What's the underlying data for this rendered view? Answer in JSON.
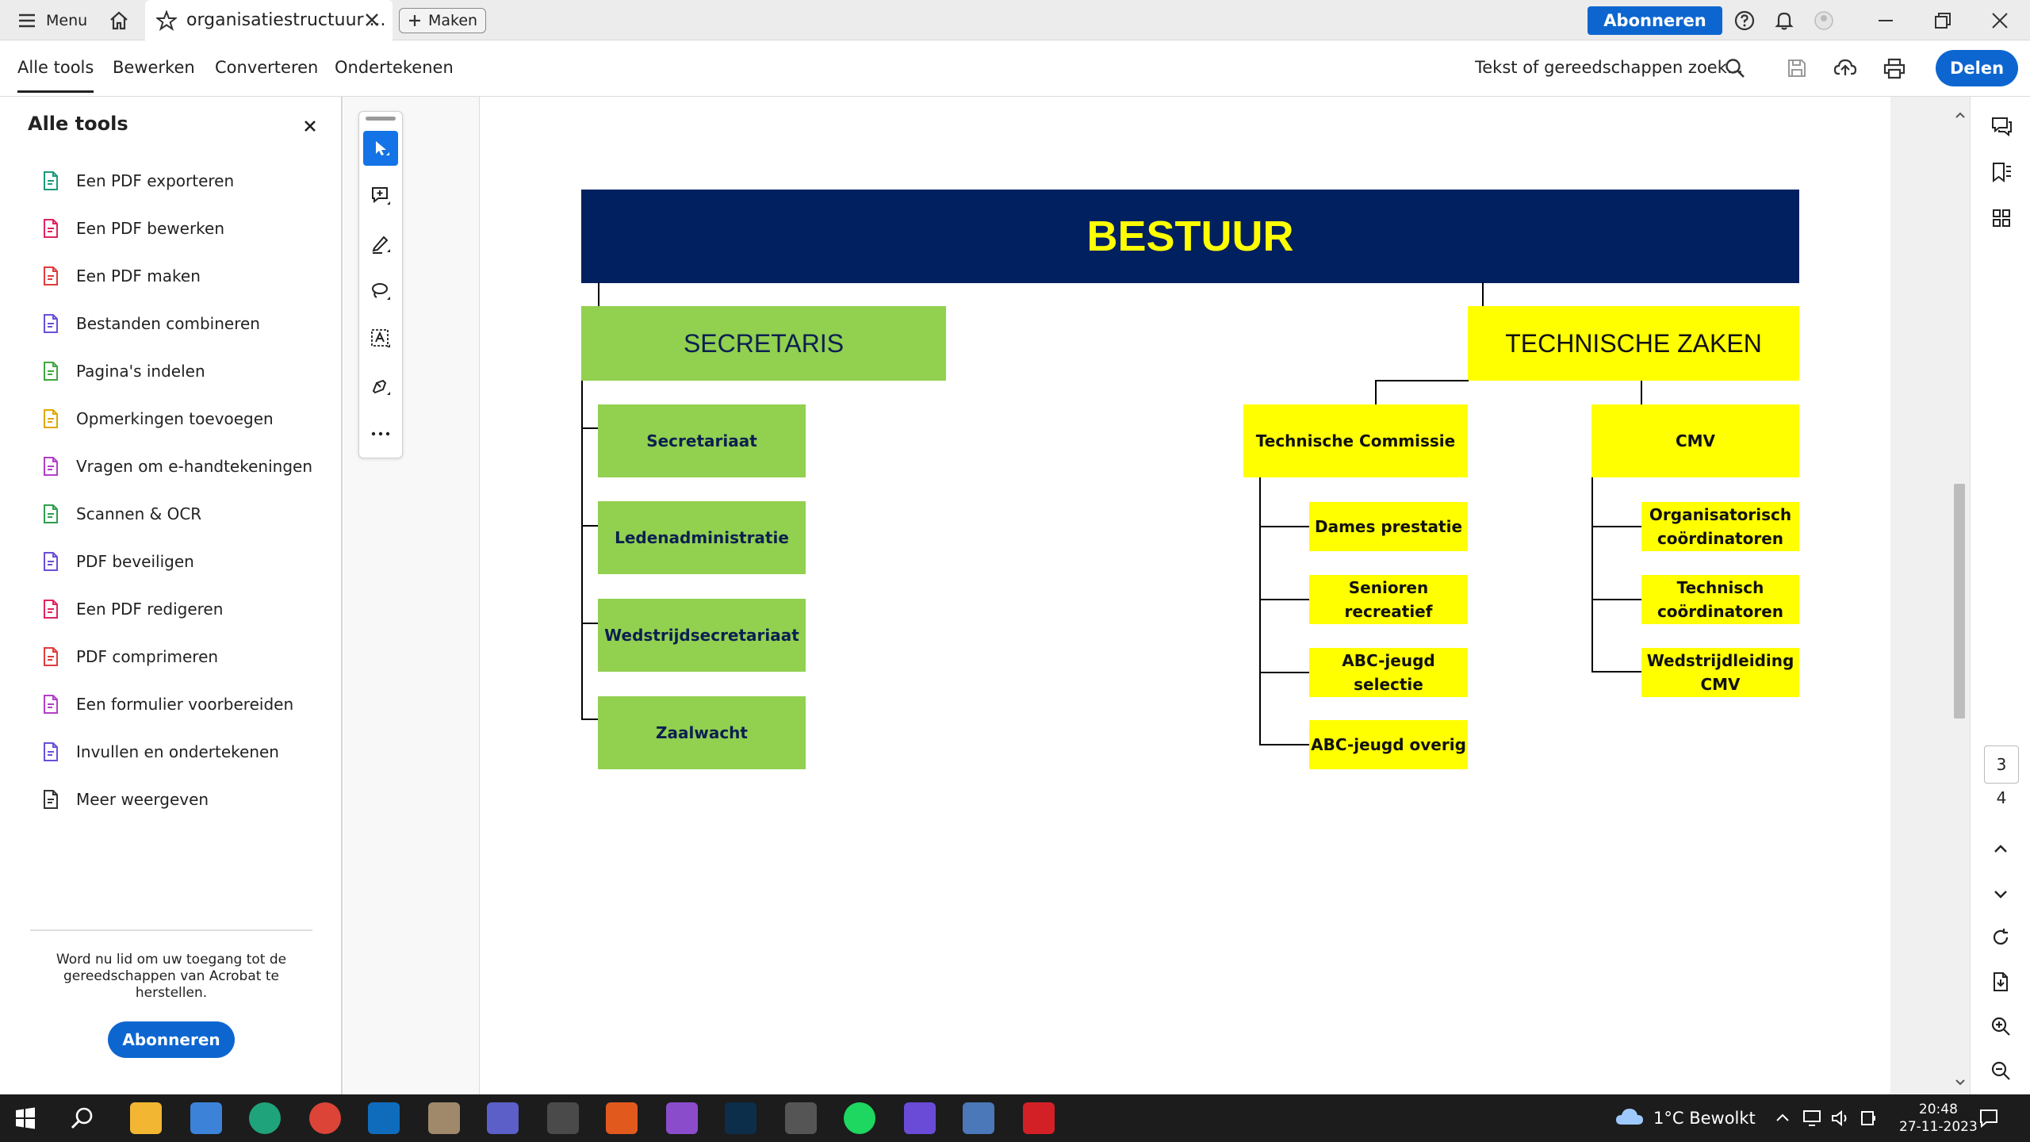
{
  "titlebar": {
    "menu_label": "Menu",
    "tab_title": "organisatiestructuur ...",
    "new_label": "Maken",
    "subscribe_label": "Abonneren"
  },
  "menubar": {
    "tabs": [
      "Alle tools",
      "Bewerken",
      "Converteren",
      "Ondertekenen"
    ],
    "search_placeholder": "Tekst of gereedschappen zoek...",
    "share_label": "Delen"
  },
  "sidebar": {
    "title": "Alle tools",
    "items": [
      {
        "label": "Een PDF exporteren",
        "icon": "export-pdf-icon",
        "color": "#1a9a7a"
      },
      {
        "label": "Een PDF bewerken",
        "icon": "edit-pdf-icon",
        "color": "#e0245e"
      },
      {
        "label": "Een PDF maken",
        "icon": "create-pdf-icon",
        "color": "#e03b3b"
      },
      {
        "label": "Bestanden combineren",
        "icon": "combine-files-icon",
        "color": "#6b4ed8"
      },
      {
        "label": "Pagina's indelen",
        "icon": "organize-pages-icon",
        "color": "#3fa83f"
      },
      {
        "label": "Opmerkingen toevoegen",
        "icon": "comment-icon",
        "color": "#e0a800"
      },
      {
        "label": "Vragen om e-handtekeningen",
        "icon": "request-signature-icon",
        "color": "#b23fc9"
      },
      {
        "label": "Scannen & OCR",
        "icon": "scan-ocr-icon",
        "color": "#2e9e4f"
      },
      {
        "label": "PDF beveiligen",
        "icon": "protect-pdf-icon",
        "color": "#6b4ed8"
      },
      {
        "label": "Een PDF redigeren",
        "icon": "redact-pdf-icon",
        "color": "#e0245e"
      },
      {
        "label": "PDF comprimeren",
        "icon": "compress-pdf-icon",
        "color": "#e03b3b"
      },
      {
        "label": "Een formulier voorbereiden",
        "icon": "prepare-form-icon",
        "color": "#b23fc9"
      },
      {
        "label": "Invullen en ondertekenen",
        "icon": "fill-sign-icon",
        "color": "#6b4ed8"
      },
      {
        "label": "Meer weergeven",
        "icon": "more-tools-icon",
        "color": "#333333"
      }
    ],
    "promo_text": "Word nu lid om uw toegang tot de gereedschappen van Acrobat te herstellen.",
    "promo_button": "Abonneren"
  },
  "chart": {
    "top": "BESTUUR",
    "secretaris": "SECRETARIS",
    "technische_zaken": "TECHNISCHE ZAKEN",
    "secretaris_units": [
      "Secretariaat",
      "Ledenadministratie",
      "Wedstrijdsecretariaat",
      "Zaalwacht"
    ],
    "tc": "Technische Commissie",
    "cmv": "CMV",
    "tc_units": [
      "Dames prestatie",
      "Senioren recreatief",
      "ABC-jeugd selectie",
      "ABC-jeugd overig"
    ],
    "cmv_units": [
      "Organisatorisch coördinatoren",
      "Technisch coördinatoren",
      "Wedstrijdleiding CMV"
    ]
  },
  "pagenav": {
    "current": "3",
    "total": "4"
  },
  "taskbar": {
    "weather": "1°C  Bewolkt",
    "time": "20:48",
    "date": "27-11-2023"
  },
  "colors": {
    "accent": "#0d66d0",
    "bestuur_bg": "#002060",
    "bestuur_text": "#ffff00",
    "green": "#92d050",
    "yellow": "#ffff00"
  }
}
